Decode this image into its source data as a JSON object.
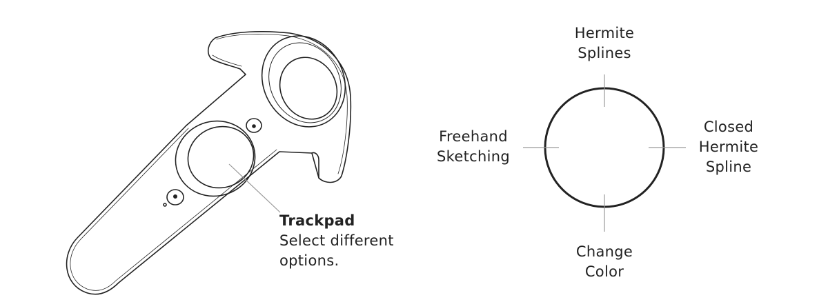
{
  "trackpad_callout": {
    "title": "Trackpad",
    "description_line1": "Select different",
    "description_line2": "options."
  },
  "trackpad_menu": {
    "top": {
      "line1": "Hermite",
      "line2": "Splines"
    },
    "left": {
      "line1": "Freehand",
      "line2": "Sketching"
    },
    "right": {
      "line1": "Closed",
      "line2": "Hermite",
      "line3": "Spline"
    },
    "bottom": {
      "line1": "Change",
      "line2": "Color"
    }
  },
  "icons": {
    "controller": "vr-controller-illustration"
  },
  "colors": {
    "line": "#222222",
    "leader": "#999999",
    "background": "#ffffff"
  }
}
